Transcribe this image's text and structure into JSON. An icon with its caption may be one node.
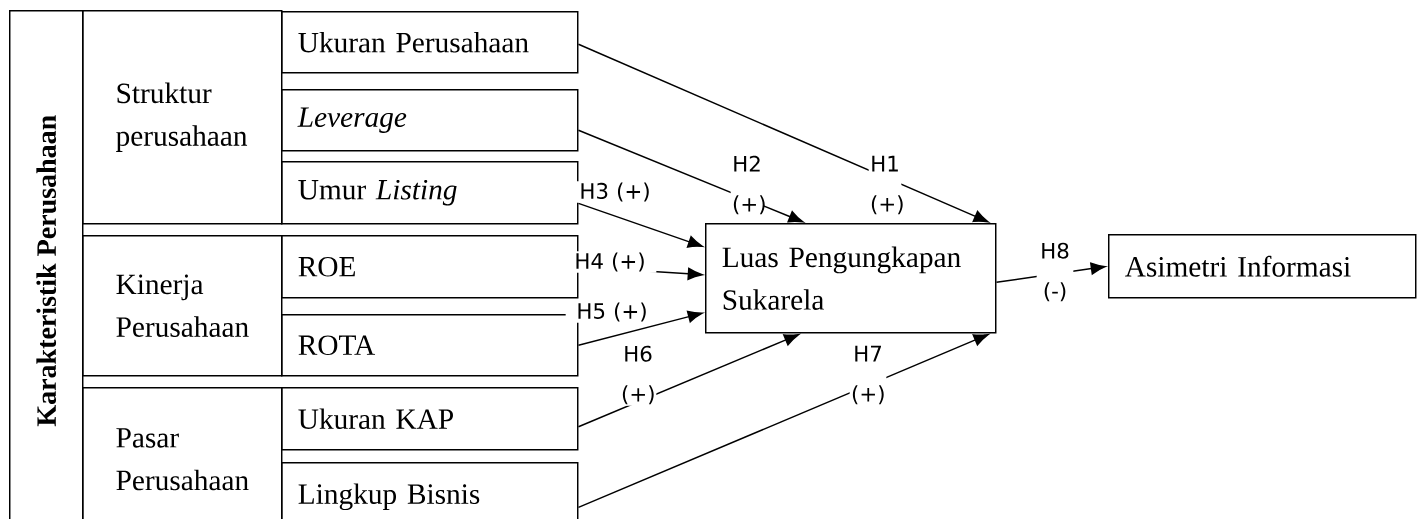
{
  "diagram": {
    "nodes": [
      {
        "text": [
          "Karakteristik Perusahaan"
        ]
      },
      {
        "text": [
          "Struktur perusahaan"
        ]
      },
      {
        "text": [
          "Ukuran Perusahaan"
        ]
      },
      {
        "text": [
          "Leverage"
        ]
      },
      {
        "text": [
          "Umur *Listing*"
        ]
      },
      {
        "text": [
          "Kinerja Perusahaan"
        ]
      },
      {
        "text": [
          "ROE"
        ]
      },
      {
        "text": [
          "ROTA"
        ]
      },
      {
        "text": [
          "Pasar Perusahaan"
        ]
      },
      {
        "text": [
          "Ukuran KAP"
        ]
      },
      {
        "text": [
          "Lingkup Bisnis"
        ]
      },
      {
        "text": [
          "Luas Pengungkapan Sukarela"
        ]
      },
      {
        "text": [
          "Asimetri Informasi"
        ]
      }
    ],
    "edges": [
      {
        "from": 2,
        "to": 11,
        "arrow": "to",
        "label": "H1 (+)"
      },
      {
        "from": 3,
        "to": 11,
        "arrow": "to",
        "label": "H2 (+)"
      },
      {
        "from": 4,
        "to": 11,
        "arrow": "to",
        "label": "H3 (+)"
      },
      {
        "from": 6,
        "to": 11,
        "arrow": "to",
        "label": "H4 (+)"
      },
      {
        "from": 7,
        "to": 11,
        "arrow": "to",
        "label": "H5 (+)"
      },
      {
        "from": 9,
        "to": 11,
        "arrow": "to",
        "label": "H6 (+)"
      },
      {
        "from": 10,
        "to": 11,
        "arrow": "to",
        "label": "H7 (+)"
      },
      {
        "from": 11,
        "to": 12,
        "arrow": "to",
        "label": "H8 (-)"
      }
    ]
  }
}
